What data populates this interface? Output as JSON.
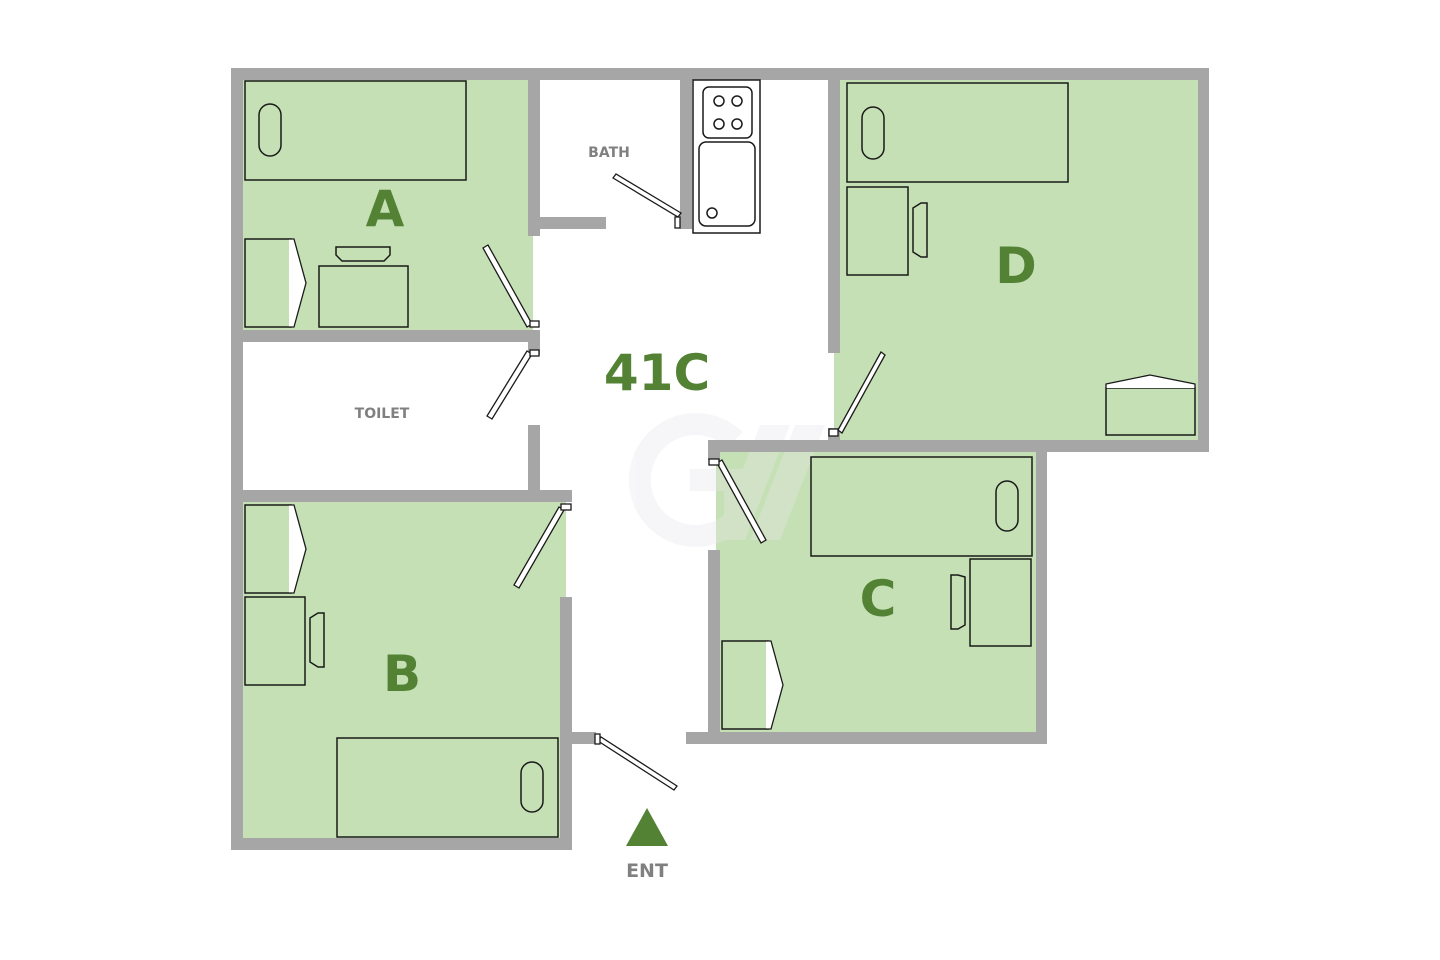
{
  "plan": {
    "unit_label": "41C",
    "rooms": [
      {
        "id": "A",
        "label": "A"
      },
      {
        "id": "B",
        "label": "B"
      },
      {
        "id": "C",
        "label": "C"
      },
      {
        "id": "D",
        "label": "D"
      }
    ],
    "toilet_label": "TOILET",
    "bath_label": "BATH",
    "entrance_label": "ENT"
  },
  "colors": {
    "room_fill": "#c5e0b4",
    "wall": "#a6a6a6",
    "label_green": "#548235",
    "label_gray": "#808080"
  }
}
